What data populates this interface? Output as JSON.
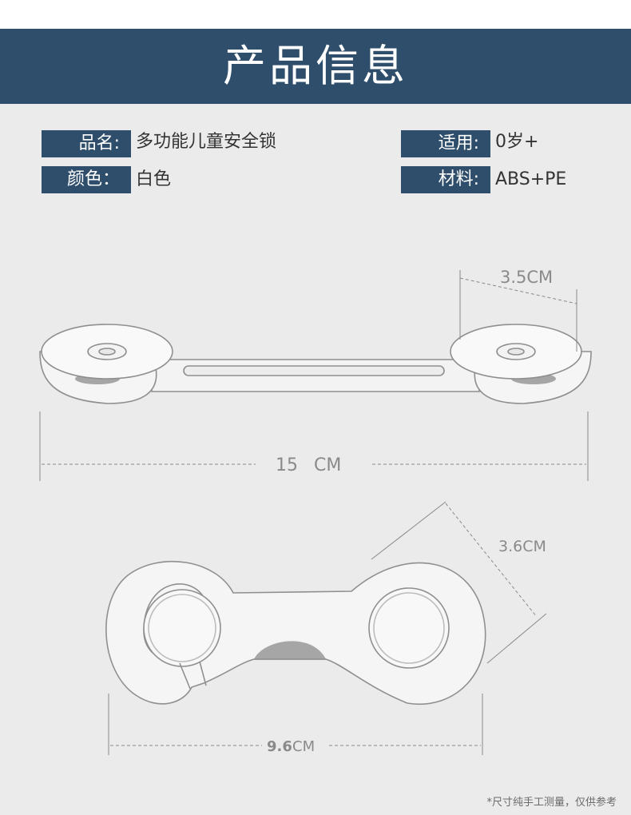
{
  "header": {
    "title": "产品信息"
  },
  "specs": [
    {
      "label": "品名:",
      "value": "多功能儿童安全锁"
    },
    {
      "label": "颜色：",
      "value": "白色"
    },
    {
      "label": "适用:",
      "value": "0岁+"
    },
    {
      "label": "材料:",
      "value": "ABS+PE"
    }
  ],
  "dimensions": {
    "side_width_15": "15",
    "side_width_unit": "CM",
    "disc_diameter": "3.5CM",
    "top_width": "9.6",
    "top_width_unit": "CM",
    "ring_diameter": "3.6CM"
  },
  "footnote": "*尺寸纯手工测量，仅供参考",
  "colors": {
    "header": "#2e4e6b",
    "background": "#ebebeb",
    "line": "#8a8a8a"
  }
}
